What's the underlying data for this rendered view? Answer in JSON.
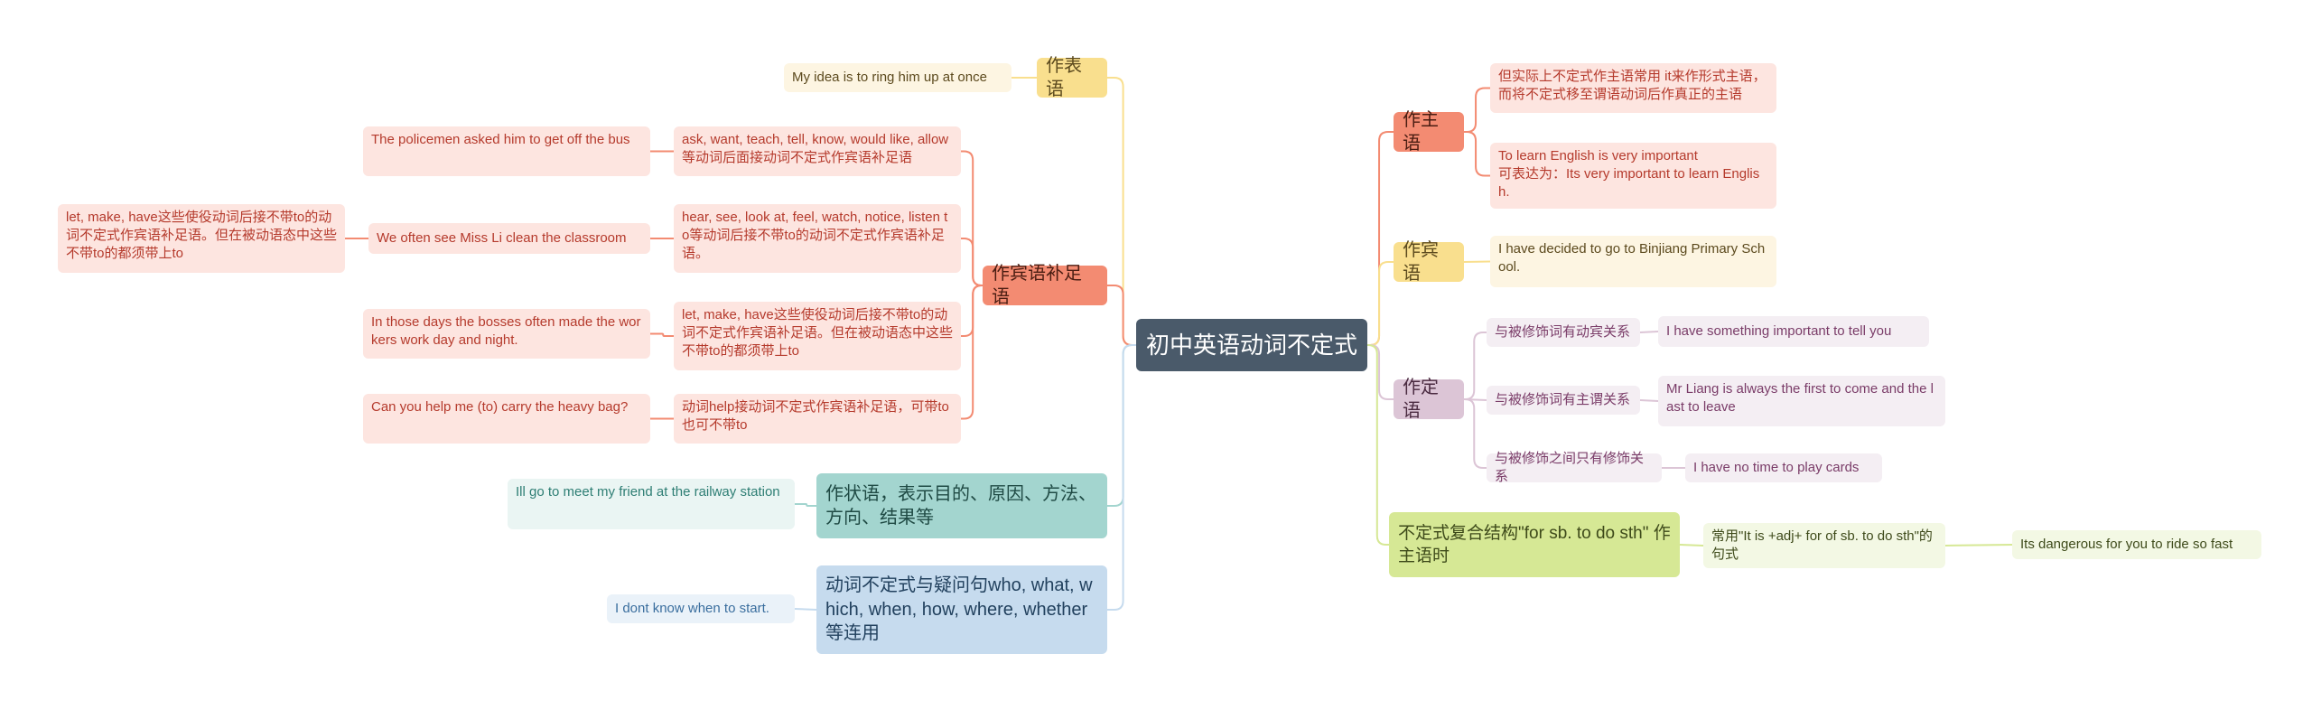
{
  "root": "初中英语动词不定式",
  "right": [
    {
      "label": "作主语",
      "items": [
        {
          "text": "但实际上不定式作主语常用 it来作形式主语，而将不定式移至谓语动词后作真正的主语"
        },
        {
          "text": "To learn English is very important\n可表达为：Its very important to learn English."
        }
      ]
    },
    {
      "label": "作宾语",
      "items": [
        {
          "text": "I have decided to go to Binjiang Primary School."
        }
      ]
    },
    {
      "label": "作定语",
      "items": [
        {
          "text": "与被修饰词有动宾关系",
          "example": "I have something important to tell you"
        },
        {
          "text": "与被修饰词有主谓关系",
          "example": "Mr Liang is always the first to come and the last to leave"
        },
        {
          "text": "与被修饰之间只有修饰关系",
          "example": "I have no time to play cards"
        }
      ]
    },
    {
      "label": "不定式复合结构\"for sb. to do sth\" 作主语时",
      "items": [
        {
          "text": "常用\"It is +adj+ for of sb. to do sth\"的句式",
          "example": "Its dangerous for you to ride so fast"
        }
      ]
    }
  ],
  "left": [
    {
      "label": "作表语",
      "items": [
        {
          "text": "My idea is to ring him up at once"
        }
      ]
    },
    {
      "label": "作宾语补足语",
      "items": [
        {
          "text": "ask, want, teach, tell, know, would like, allow等动词后面接动词不定式作宾语补足语",
          "example": "The policemen asked him to get off the bus"
        },
        {
          "text": "hear, see, look at, feel, watch, notice, listen to等动词后接不带to的动词不定式作宾语补足语。",
          "example": " We often see Miss Li clean the classroom",
          "note": " let, make, have这些使役动词后接不带to的动词不定式作宾语补足语。但在被动语态中这些不带to的都须带上to"
        },
        {
          "text": " let, make, have这些使役动词后接不带to的动词不定式作宾语补足语。但在被动语态中这些不带to的都须带上to",
          "example": " In those days the bosses often made the workers work day and night."
        },
        {
          "text": "动词help接动词不定式作宾语补足语，可带to也可不带to",
          "example": "Can you help me (to) carry the heavy bag?"
        }
      ]
    },
    {
      "label": "作状语，表示目的、原因、方法、方向、结果等",
      "items": [
        {
          "text": "Ill go to meet my friend at the railway station"
        }
      ]
    },
    {
      "label": "动词不定式与疑问句who, what, which, when, how, where, whether等连用",
      "items": [
        {
          "text": "I dont know when to start."
        }
      ]
    }
  ],
  "colors": {
    "root": "#4a5a6a",
    "red": "#f38b72",
    "yellow": "#f9df8e",
    "purple": "#dcc5d6",
    "green": "#d6e895",
    "teal": "#a3d5cf",
    "blue": "#c6dbee"
  }
}
